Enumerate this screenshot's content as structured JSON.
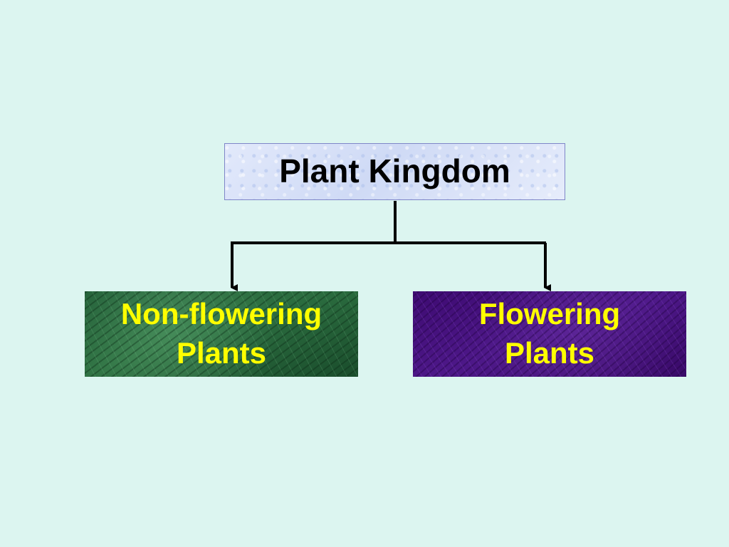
{
  "diagram": {
    "root": {
      "label": "Plant Kingdom"
    },
    "children": [
      {
        "label_line1": "Non-flowering",
        "label_line2": "Plants",
        "fill_color": "#245f37",
        "text_color": "#ffff00"
      },
      {
        "label_line1": "Flowering",
        "label_line2": "Plants",
        "fill_color": "#43107a",
        "text_color": "#ffff00"
      }
    ],
    "edges": [
      {
        "from": "Plant Kingdom",
        "to": "Non-flowering Plants"
      },
      {
        "from": "Plant Kingdom",
        "to": "Flowering Plants"
      }
    ]
  },
  "colors": {
    "background": "#dcf5f0",
    "root_fill": "#d9e2f8",
    "root_text": "#000000",
    "connector": "#000000"
  }
}
